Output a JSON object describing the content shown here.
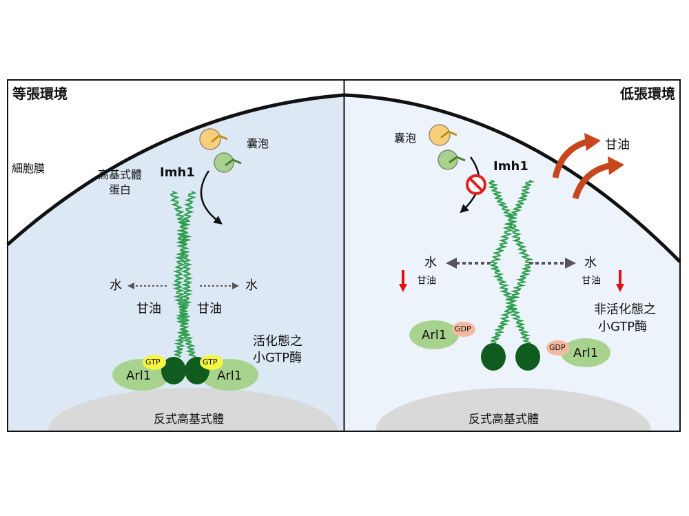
{
  "panels": {
    "left": {
      "title": "等張環境",
      "membrane_label": "細胞膜",
      "golgin_label_1": "高基式體",
      "golgin_label_2": "蛋白",
      "vesicle_label": "囊泡",
      "imh1_label": "Imh1",
      "water_left": "水",
      "water_right": "水",
      "glycerol_left": "甘油",
      "glycerol_right": "甘油",
      "gtpase_label_1": "活化態之",
      "gtpase_label_2": "小GTP酶",
      "gtp_left": "GTP",
      "gtp_right": "GTP",
      "arl1_left": "Arl1",
      "arl1_right": "Arl1",
      "tgn_label": "反式高基式體"
    },
    "right": {
      "title": "低張環境",
      "vesicle_label": "囊泡",
      "imh1_label": "Imh1",
      "glycerol_out_label": "甘油",
      "water_left": "水",
      "water_right": "水",
      "glycerol_left": "甘油",
      "glycerol_right": "甘油",
      "gtpase_label_1": "非活化態之",
      "gtpase_label_2": "小GTP酶",
      "gdp_left": "GDP",
      "gdp_right": "GDP",
      "arl1_left": "Arl1",
      "arl1_right": "Arl1",
      "tgn_label": "反式高基式體"
    }
  },
  "colors": {
    "left_bg": "#dce8f4",
    "right_bg": "#edf3fa",
    "golgi_gray": "#d9d9d9",
    "coil_green": "#2e9e4f",
    "dark_green": "#0f5c1e",
    "arl1_green": "#a8d38f",
    "gtp_yellow": "#f5f542",
    "gdp_peach": "#f2b9a0",
    "vesicle_orange": "#f7cf7a",
    "vesicle_green": "#a9d18e",
    "flow_arrow": "#c8461c",
    "down_arrow": "#e01010",
    "block_red": "#e02020"
  },
  "icons": {
    "block": "prohibition-icon",
    "curved_arrow": "curved-arrow-icon",
    "down_arrow": "down-arrow-icon"
  }
}
